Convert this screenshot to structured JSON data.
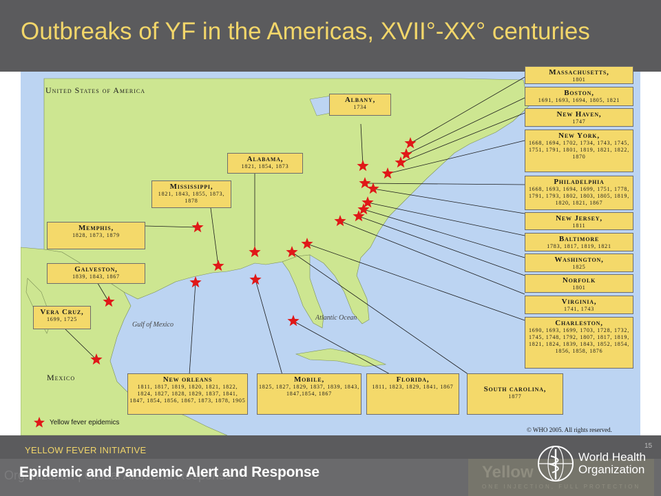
{
  "title": "Outbreaks of YF in the Americas, XVII°-XX° centuries",
  "map": {
    "country_usa": "United States of America",
    "country_mexico": "Mexico",
    "gulf": "Gulf of Mexico",
    "ocean": "Atlantic Ocean"
  },
  "boxes": {
    "massachusetts": {
      "name": "Massachusetts,",
      "years": "1801"
    },
    "boston": {
      "name": "Boston,",
      "years": "1691, 1693, 1694, 1805, 1821"
    },
    "new_haven": {
      "name": "New Haven,",
      "years": "1747"
    },
    "new_york": {
      "name": "New York,",
      "years": "1668, 1694, 1702, 1734, 1743, 1745, 1751, 1791, 1801, 1819, 1821, 1822, 1870"
    },
    "philadelphia": {
      "name": "Philadelphia",
      "years": "1668, 1693, 1694, 1699, 1751, 1778, 1791, 1793, 1802, 1803, 1805, 1819, 1820, 1821, 1867"
    },
    "new_jersey": {
      "name": "New Jersey,",
      "years": "1811"
    },
    "baltimore": {
      "name": "Baltimore",
      "years": "1783, 1817, 1819, 1821"
    },
    "washington": {
      "name": "Washington,",
      "years": "1825"
    },
    "norfolk": {
      "name": "Norfolk",
      "years": "1801"
    },
    "virginia": {
      "name": "Virginia,",
      "years": "1741, 1743"
    },
    "charleston": {
      "name": "Charleston,",
      "years": "1690, 1693, 1699, 1703, 1728, 1732, 1745, 1748, 1792, 1807, 1817, 1819, 1821, 1824, 1839, 1843, 1852, 1854, 1856, 1858, 1876"
    },
    "albany": {
      "name": "Albany,",
      "years": "1734"
    },
    "alabama": {
      "name": "Alabama,",
      "years": "1821, 1854, 1873"
    },
    "mississippi": {
      "name": "Mississippi,",
      "years": "1821, 1843, 1855, 1873, 1878"
    },
    "memphis": {
      "name": "Memphis,",
      "years": "1828, 1873, 1879"
    },
    "galveston": {
      "name": "Galveston,",
      "years": "1839, 1843, 1867"
    },
    "vera_cruz": {
      "name": "Vera Cruz,",
      "years": "1699, 1725"
    },
    "new_orleans": {
      "name": "New orleans",
      "years": "1811, 1817, 1819, 1820, 1821, 1822, 1824, 1827, 1828, 1829, 1837, 1841, 1847, 1854, 1856, 1867, 1873, 1878, 1905"
    },
    "mobile": {
      "name": "Mobile,",
      "years": "1825, 1827, 1829, 1837, 1839, 1843, 1847,1854, 1867"
    },
    "florida": {
      "name": "Florida,",
      "years": "1811, 1823, 1829, 1841, 1867"
    },
    "south_carolina": {
      "name": "South carolina,",
      "years": "1877"
    }
  },
  "legend": {
    "label": "Yellow fever epidemics"
  },
  "copyright": "© WHO 2005. All rights reserved.",
  "footer": {
    "initiative": "YELLOW FEVER INITIATIVE",
    "page_number": "15",
    "program": "Epidemic and Pandemic Alert and Response",
    "ghost_text": "Organization | Global Alert and Response",
    "ghost_yellow": "Yellow",
    "ghost_tagline": "ONE INJECTION, FULL PROTECTION",
    "who_line1": "World Health",
    "who_line2": "Organization"
  },
  "colors": {
    "title": "#f2d66a",
    "bar": "#5b5b5d",
    "water": "#bcd4f2",
    "land": "#cde691",
    "box": "#f4d96a",
    "star": "#e01818"
  }
}
